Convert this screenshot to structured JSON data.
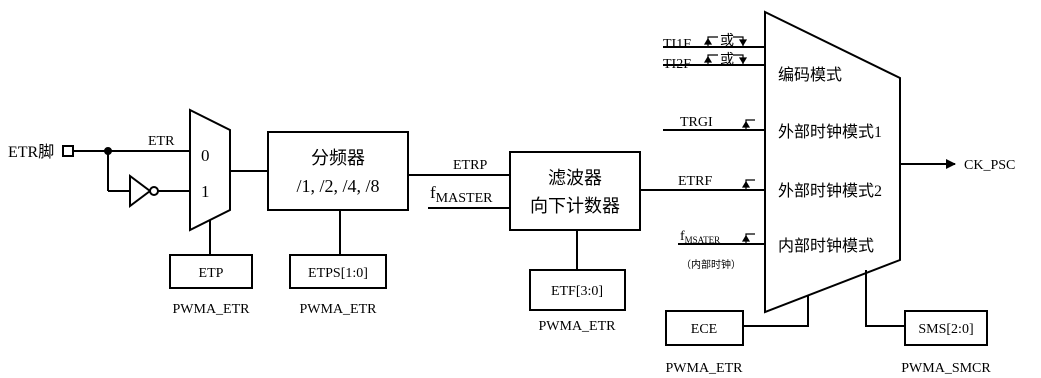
{
  "input": {
    "pin_label": "ETR脚"
  },
  "mux1": {
    "signal_label": "ETR",
    "input0": "0",
    "input1": "1"
  },
  "etp": {
    "label": "ETP",
    "register": "PWMA_ETR"
  },
  "prescaler": {
    "title": "分频器",
    "ratios": "/1, /2, /4, /8"
  },
  "etps": {
    "label": "ETPS[1:0]",
    "register": "PWMA_ETR"
  },
  "signals": {
    "etrp": "ETRP",
    "fmaster_main": "f",
    "fmaster_sub": "MASTER",
    "etrf": "ETRF"
  },
  "filter": {
    "line1": "滤波器",
    "line2": "向下计数器"
  },
  "etf": {
    "label": "ETF[3:0]",
    "register": "PWMA_ETR"
  },
  "mode_inputs": {
    "ti1f": "TI1F",
    "ti2f": "TI2F",
    "or_text": "或",
    "trgi": "TRGI",
    "fmsater_main": "f",
    "fmsater_sub": "MSATER",
    "internal_note": "（内部时钟）"
  },
  "modes": {
    "encoder": "编码模式",
    "ext1": "外部时钟模式1",
    "ext2": "外部时钟模式2",
    "internal": "内部时钟模式"
  },
  "output": {
    "label": "CK_PSC"
  },
  "ece": {
    "label": "ECE",
    "register": "PWMA_ETR"
  },
  "sms": {
    "label": "SMS[2:0]",
    "register": "PWMA_SMCR"
  }
}
